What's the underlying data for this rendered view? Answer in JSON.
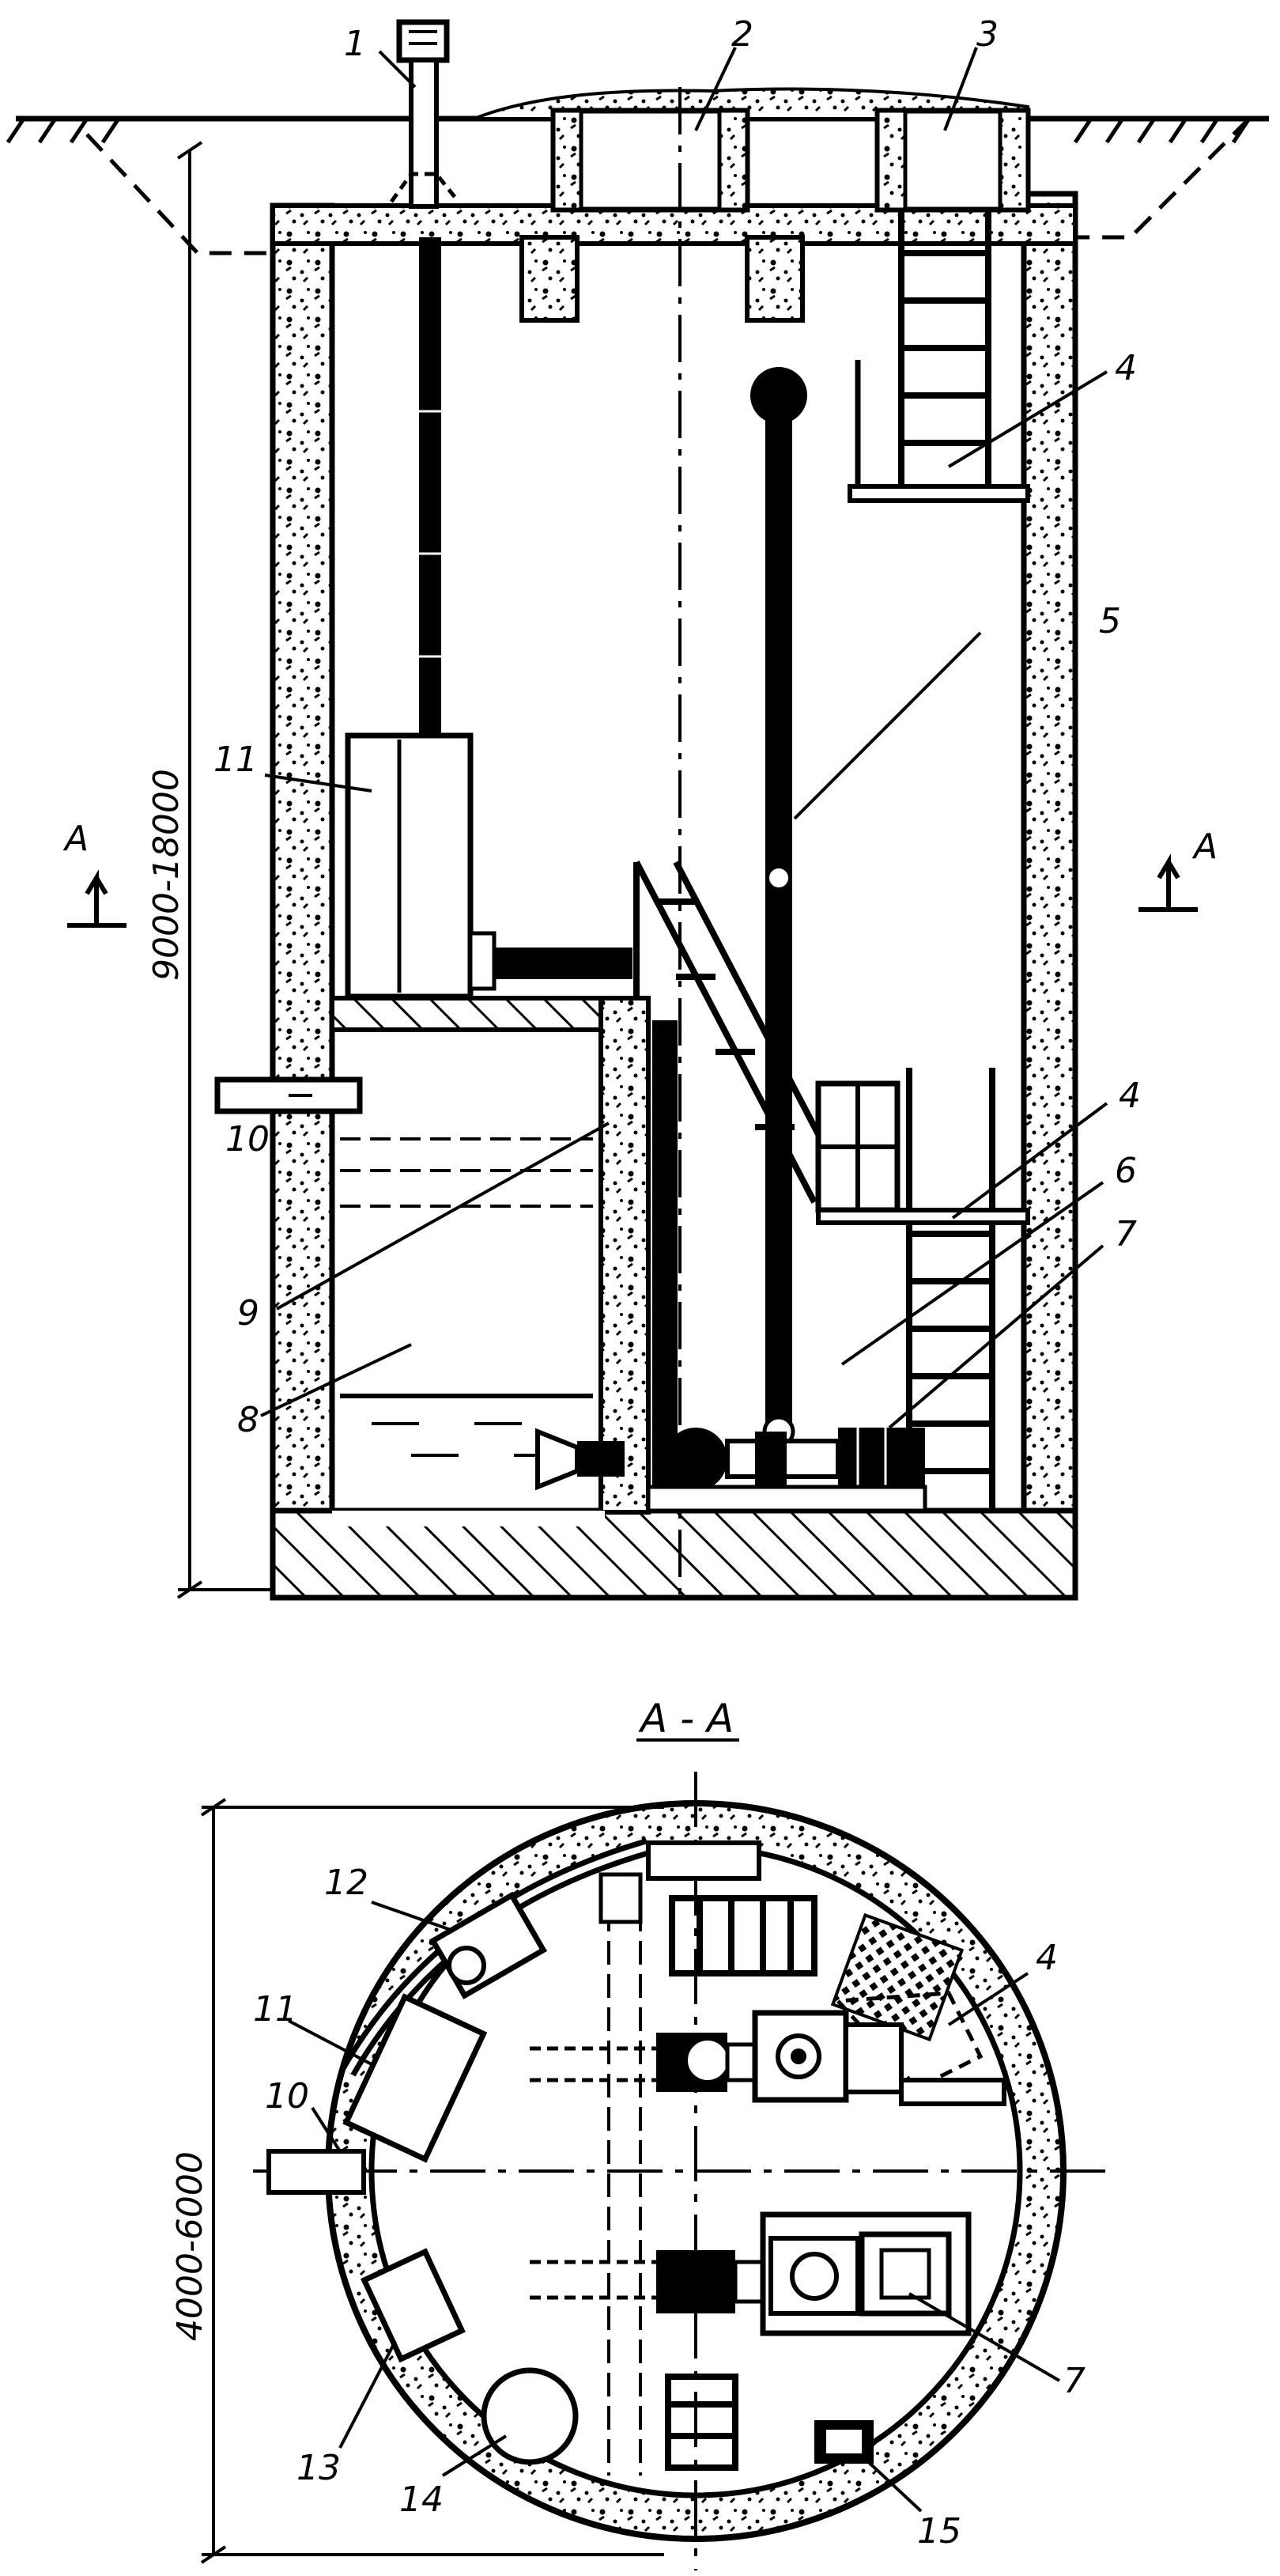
{
  "section_title": "A - A",
  "section_marker_left": "A",
  "section_marker_right": "A",
  "dimension_height": "9000-18000",
  "dimension_diameter": "4000-6000",
  "callouts": {
    "c1": "1",
    "c2": "2",
    "c3": "3",
    "c4a": "4",
    "c4b": "4",
    "c4c": "4",
    "c5": "5",
    "c6": "6",
    "c7a": "7",
    "c7b": "7",
    "c8": "8",
    "c9": "9",
    "c10a": "10",
    "c10b": "10",
    "c11a": "11",
    "c11b": "11",
    "c12": "12",
    "c13": "13",
    "c14": "14",
    "c15": "15"
  },
  "colors": {
    "ink": "#000000",
    "paper": "#ffffff"
  }
}
